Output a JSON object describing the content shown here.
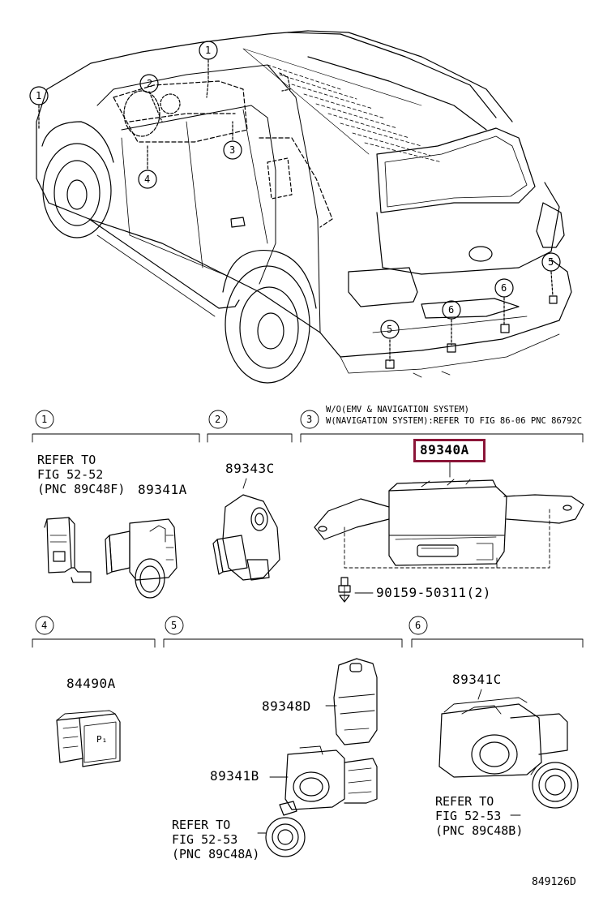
{
  "vehicle_callouts": [
    "1",
    "2",
    "1",
    "3",
    "4",
    "5",
    "6",
    "6",
    "5"
  ],
  "sections": [
    {
      "num": "1",
      "ref_text": "REFER TO\nFIG 52-52\n(PNC 89C48F)",
      "parts": [
        "89341A"
      ]
    },
    {
      "num": "2",
      "parts": [
        "89343C"
      ]
    },
    {
      "num": "3",
      "note1": "W/O(EMV & NAVIGATION SYSTEM)",
      "note2": "W(NAVIGATION SYSTEM):REFER TO FIG 86-06 PNC 86792C",
      "parts": [
        "89340A",
        "90159-50311(2)"
      ]
    },
    {
      "num": "4",
      "parts": [
        "84490A"
      ]
    },
    {
      "num": "5",
      "ref_text": "REFER TO\nFIG 52-53\n(PNC 89C48A)",
      "parts": [
        "89348D",
        "89341B"
      ]
    },
    {
      "num": "6",
      "ref_text": "REFER TO\nFIG 52-53\n(PNC 89C48B)",
      "parts": [
        "89341C"
      ]
    }
  ],
  "highlighted_part": "89340A",
  "switch_label": "P₁",
  "illustration_id": "849126D",
  "colors": {
    "highlight": "#8b1538",
    "line": "#000000"
  }
}
